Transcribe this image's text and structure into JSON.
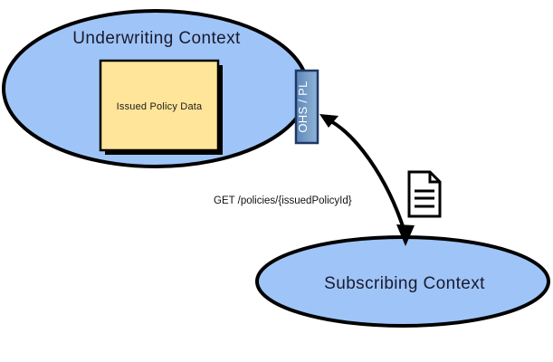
{
  "diagram": {
    "type": "context-map",
    "background_color": "#ffffff",
    "contexts": [
      {
        "id": "underwriting",
        "label": "Underwriting Context",
        "shape": "ellipse",
        "fill": "#9FC5F8",
        "stroke": "#000000"
      },
      {
        "id": "subscribing",
        "label": "Subscribing Context",
        "shape": "ellipse",
        "fill": "#9FC5F8",
        "stroke": "#000000"
      }
    ],
    "aggregate": {
      "label": "Issued Policy Data",
      "fill": "#FFE599",
      "stroke": "#000000",
      "shadow_color": "#000000"
    },
    "port": {
      "label": "OHS / PL",
      "fill_start": "#5B86B8",
      "fill_end": "#8FB3D9",
      "stroke": "#1F3864",
      "text_color": "#ffffff",
      "orientation": "vertical"
    },
    "relationship": {
      "label": "GET /policies/{issuedPolicyId}",
      "style": "curved double-headed arrow",
      "stroke": "#000000"
    },
    "document_icon": {
      "name": "document-icon",
      "stroke": "#000000",
      "fill": "#ffffff",
      "line_count": 3
    }
  }
}
